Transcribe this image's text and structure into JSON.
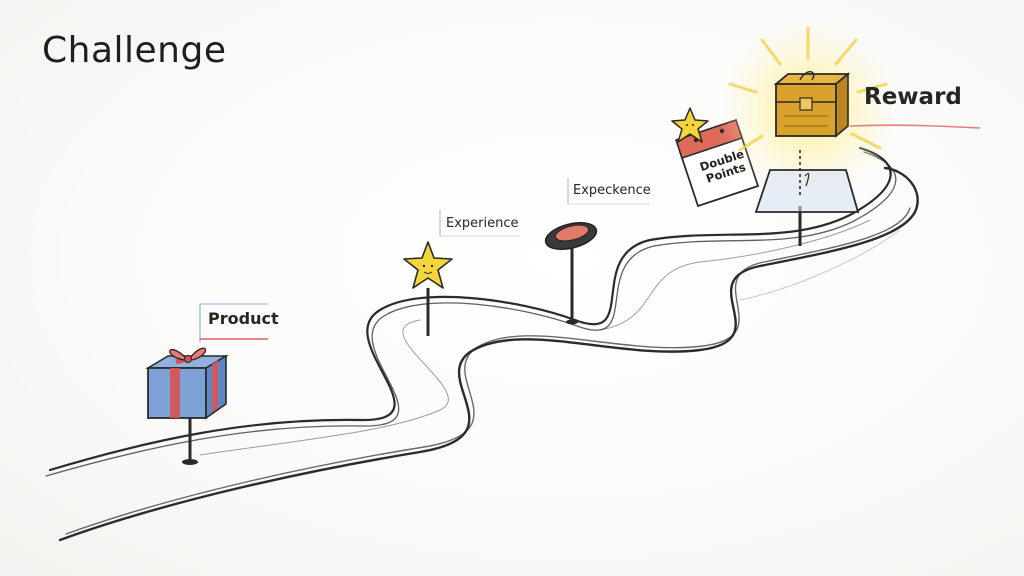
{
  "title": "Challenge",
  "milestones": {
    "product": "Product",
    "experience_1": "Experience",
    "experience_2": "Expeckence",
    "double_points_line1": "Double",
    "double_points_line2": "Points",
    "reward": "Reward"
  },
  "icons": {
    "product": "gift-box-icon",
    "experience_1": "star-icon",
    "experience_2": "button-disc-icon",
    "double_points": "star-icon",
    "double_points_card": "calendar-card-icon",
    "reward": "treasure-chest-icon"
  },
  "colors": {
    "path_stroke": "#2b2b2b",
    "gift_box": "#7ea2d6",
    "gift_ribbon": "#d9534f",
    "star": "#f5d63a",
    "chest": "#d9a22c",
    "glow": "#fff0a0",
    "accent_red": "#e06060"
  }
}
